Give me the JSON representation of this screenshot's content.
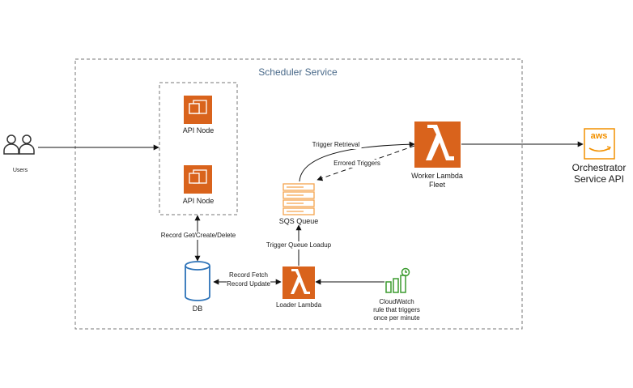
{
  "service": {
    "title": "Scheduler Service"
  },
  "users": {
    "label": "Users"
  },
  "api_nodes": [
    {
      "label": "API Node"
    },
    {
      "label": "API Node"
    }
  ],
  "db": {
    "label": "DB"
  },
  "sqs": {
    "label": "SQS Queue"
  },
  "loader": {
    "label": "Loader Lambda"
  },
  "worker": {
    "label_line1": "Worker Lambda",
    "label_line2": "Fleet"
  },
  "orchestrator": {
    "badge": "aws",
    "label_line1": "Orchestrator",
    "label_line2": "Service API"
  },
  "cloudwatch": {
    "line1": "CloudWatch",
    "line2": "rule that triggers",
    "line3": "once per minute"
  },
  "edges": {
    "record_gcd": "Record Get/Create/Delete",
    "record_fetch": "Record Fetch",
    "record_update": "Record Update",
    "trigger_queue_loadup": "Trigger Queue Loadup",
    "trigger_retrieval": "Trigger Retrieval",
    "errored_triggers": "Errored Triggers"
  },
  "colors": {
    "orange": "#D9631C",
    "aws_orange": "#F29100",
    "sqs_orange": "#F5A34D",
    "db_blue": "#2E73B8",
    "cloudwatch_green": "#3B9B2F",
    "border_gray": "#777777",
    "title_blue": "#4A6A8A"
  }
}
